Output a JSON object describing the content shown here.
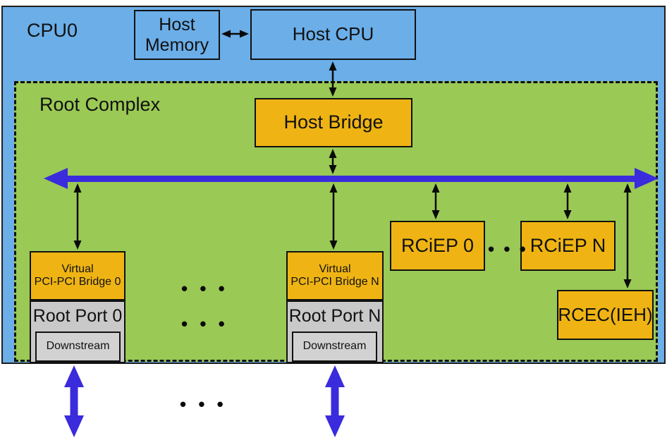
{
  "colors": {
    "cpu_block_blue": "#6BAEE8",
    "root_complex_green": "#9AC955",
    "device_gold": "#EFB413",
    "port_gray": "#C9C9C9",
    "bus_blue": "#3A2BDC"
  },
  "labels": {
    "cpu0": "CPU0",
    "root_complex": "Root Complex",
    "host_memory": "Host Memory",
    "host_cpu": "Host CPU",
    "host_bridge": "Host Bridge",
    "rciep_0": "RCiEP 0",
    "rciep_n": "RCiEP N",
    "rcec": "RCEC(IEH)",
    "ellipsis": "• • •"
  },
  "left_port": {
    "bridge_line1": "Virtual",
    "bridge_line2": "PCI-PCI Bridge 0",
    "root_port": "Root Port 0",
    "downstream": "Downstream"
  },
  "right_port": {
    "bridge_line1": "Virtual",
    "bridge_line2": "PCI-PCI Bridge N",
    "root_port": "Root Port N",
    "downstream": "Downstream"
  }
}
